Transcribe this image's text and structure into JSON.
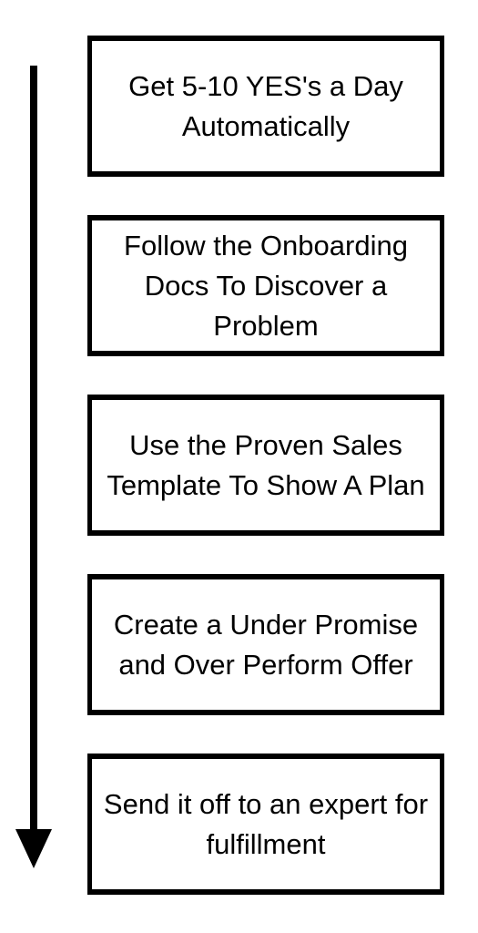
{
  "diagram": {
    "steps": [
      {
        "label": "Get 5-10 YES's a Day Automatically"
      },
      {
        "label": "Follow the Onboarding Docs To Discover a Problem"
      },
      {
        "label": "Use the Proven Sales Template To Show A Plan"
      },
      {
        "label": "Create a Under Promise and Over Perform Offer"
      },
      {
        "label": "Send it off to an expert for fulfillment"
      }
    ],
    "colors": {
      "stroke": "#000000",
      "background": "#ffffff",
      "text": "#000000"
    },
    "arrow_direction": "down"
  }
}
